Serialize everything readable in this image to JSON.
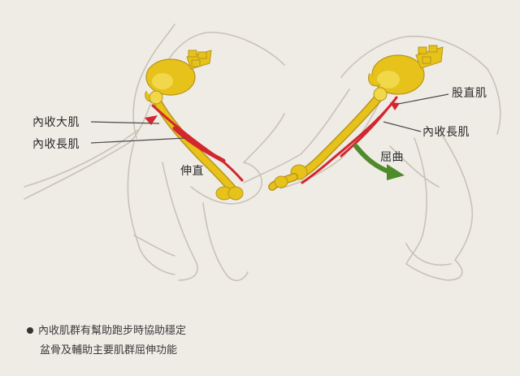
{
  "labels": {
    "adductor_magnus": "內收大肌",
    "adductor_longus_left": "內收長肌",
    "extension": "伸直",
    "rectus_femoris": "股直肌",
    "adductor_longus_right": "內收長肌",
    "flexion": "屈曲"
  },
  "caption": {
    "line1": "內收肌群有幫助跑步時協助穩定",
    "line2": "盆骨及輔助主要肌群屈伸功能"
  },
  "colors": {
    "background": "#efece6",
    "outline": "#c9c2b6",
    "bone": "#e6c21a",
    "bone_light": "#f1d84a",
    "muscle_red": "#d3262d",
    "flexion_green": "#4f8a2b",
    "pointer": "#4a4a4a"
  }
}
